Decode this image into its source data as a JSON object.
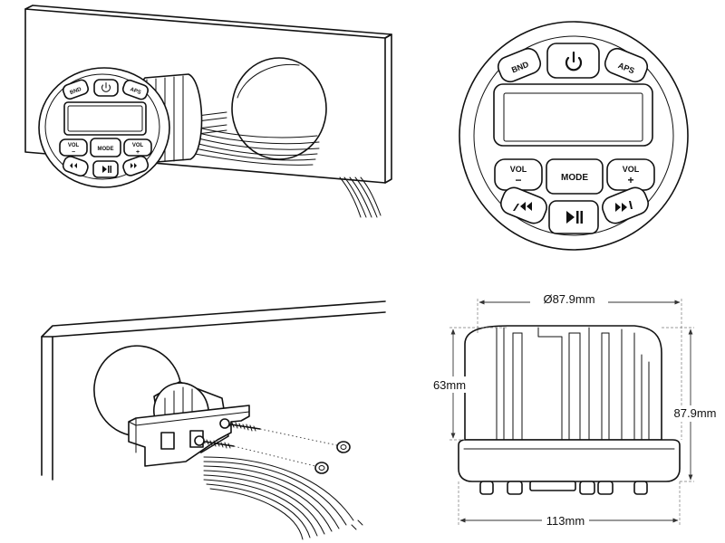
{
  "buttons": {
    "band": "BND",
    "aps": "APS",
    "vol": "VOL",
    "vol_minus": "−",
    "vol_plus": "+",
    "mode": "MODE"
  },
  "icons": {
    "power": "power-icon",
    "prev": "previous-track-icon",
    "play_pause": "play-pause-icon",
    "next": "next-track-icon"
  },
  "dimensions": {
    "diameter": "Ø87.9mm",
    "depth": "63mm",
    "overall_height": "87.9mm",
    "width": "113mm"
  }
}
